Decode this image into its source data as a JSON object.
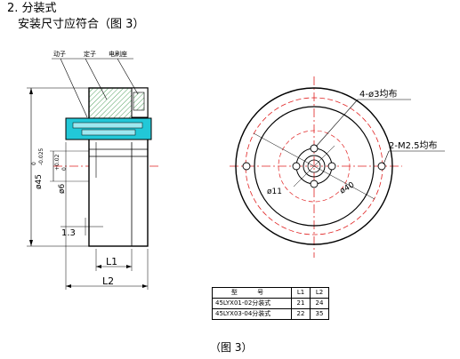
{
  "section": {
    "heading": "2. 分装式",
    "subheading": "安装尺寸应符合（图 3）"
  },
  "side_view": {
    "callouts": [
      "动子",
      "定子",
      "电刷座"
    ],
    "dim_labels": {
      "outer_diameter": "ø45",
      "outer_tolerance_top": "0",
      "outer_tolerance_bottom": "-0.025",
      "inner_diameter": "ø6",
      "inner_tolerance_top": "+0.02",
      "inner_tolerance_bottom": "0",
      "offset": "1.3",
      "l1": "L1",
      "l2": "L2"
    }
  },
  "front_view": {
    "hole_note": "4-ø3均布",
    "thread_note": "2-M2.5均布",
    "inner_bolt_circle": "ø11",
    "outer_bolt_circle": "ø40"
  },
  "spec_table": {
    "headers": [
      "型 号",
      "L1",
      "L2"
    ],
    "rows": [
      [
        "45LYX01-02分装式",
        "21",
        "24"
      ],
      [
        "45LYX03-04分装式",
        "22",
        "35"
      ]
    ]
  },
  "caption": "（图 3）",
  "colors": {
    "line": "#000000",
    "centerline": "#e02020",
    "collar": "#22c8d8",
    "hatch": "#228833"
  }
}
